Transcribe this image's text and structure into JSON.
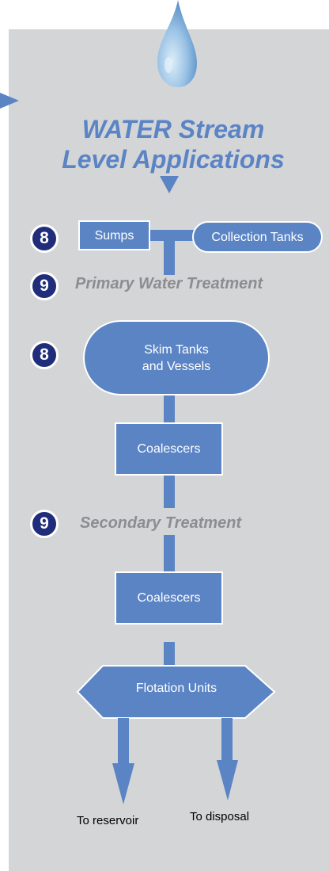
{
  "title_line1": "WATER Stream",
  "title_line2": "Level Applications",
  "nodes": {
    "sumps": "Sumps",
    "collection_tanks": "Collection Tanks",
    "skim_tanks_line1": "Skim Tanks",
    "skim_tanks_line2": "and Vessels",
    "coalescers_1": "Coalescers",
    "coalescers_2": "Coalescers",
    "flotation_units": "Flotation Units"
  },
  "sections": {
    "primary": "Primary Water Treatment",
    "secondary": "Secondary Treatment"
  },
  "badges": {
    "sumps": "8",
    "primary": "9",
    "skim": "8",
    "secondary": "9"
  },
  "outputs": {
    "reservoir": "To reservoir",
    "disposal": "To disposal"
  },
  "colors": {
    "flow_blue": "#5b84c4",
    "badge_navy": "#1f2d7a",
    "panel_gray": "#d4d5d7",
    "section_gray": "#8c8d90"
  },
  "icons": {
    "top": "water-drop-icon",
    "side": "arrow-right-icon"
  }
}
